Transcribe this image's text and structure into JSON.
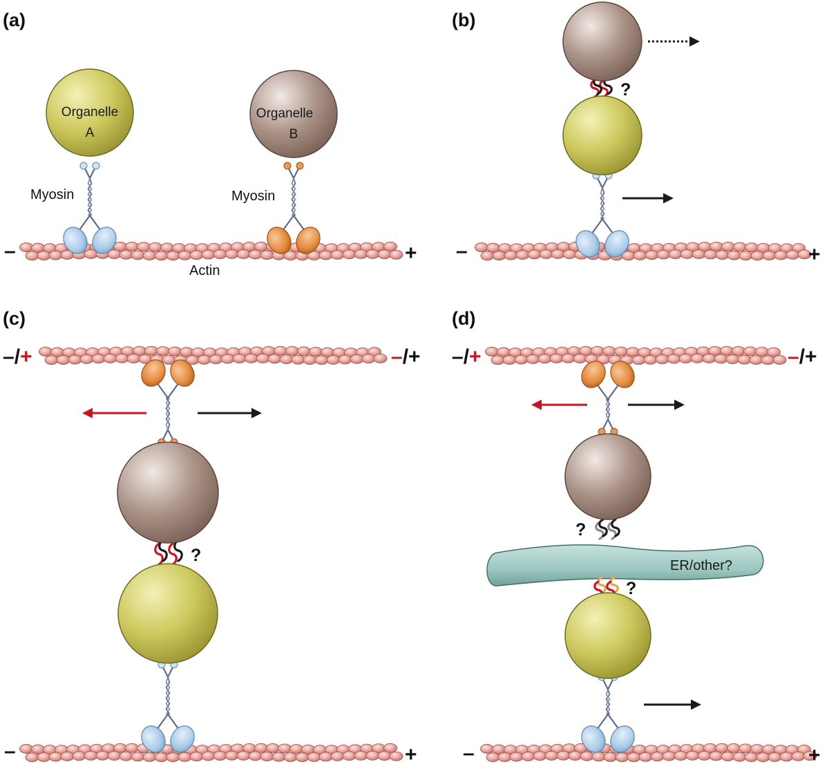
{
  "panels": {
    "a": {
      "label": "(a)",
      "organelle_a_line1": "Organelle",
      "organelle_a_line2": "A",
      "organelle_b_line1": "Organelle",
      "organelle_b_line2": "B",
      "myosin_left": "Myosin",
      "myosin_right": "Myosin",
      "actin": "Actin",
      "minus": "–",
      "plus": "+"
    },
    "b": {
      "label": "(b)",
      "question": "?",
      "minus": "–",
      "plus": "+"
    },
    "c": {
      "label": "(c)",
      "question": "?",
      "top_left_minus": "–",
      "top_left_slash": "/",
      "top_left_plus": "+",
      "top_right_minus": "–",
      "top_right_slash": "/",
      "top_right_plus": "+",
      "minus": "–",
      "plus": "+"
    },
    "d": {
      "label": "(d)",
      "question_upper": "?",
      "question_lower": "?",
      "er_label": "ER/other?",
      "top_left_minus": "–",
      "top_left_slash": "/",
      "top_left_plus": "+",
      "top_right_minus": "–",
      "top_right_slash": "/",
      "top_right_plus": "+",
      "minus": "–",
      "plus": "+"
    }
  },
  "colors": {
    "organelle_a": "#c9c65a",
    "organelle_b": "#a48a7f",
    "myosin_a_heads": "#a9cbe8",
    "myosin_b_heads": "#e38a3c",
    "actin": "#e8a39b",
    "er": "#9cc7c0",
    "tether_red": "#d0141c",
    "tether_black": "#1a1a1a",
    "tether_orange": "#e8a64a",
    "tether_gray": "#8a8a8a",
    "arrow_red": "#c8141e",
    "arrow_black": "#1a1a1a"
  }
}
